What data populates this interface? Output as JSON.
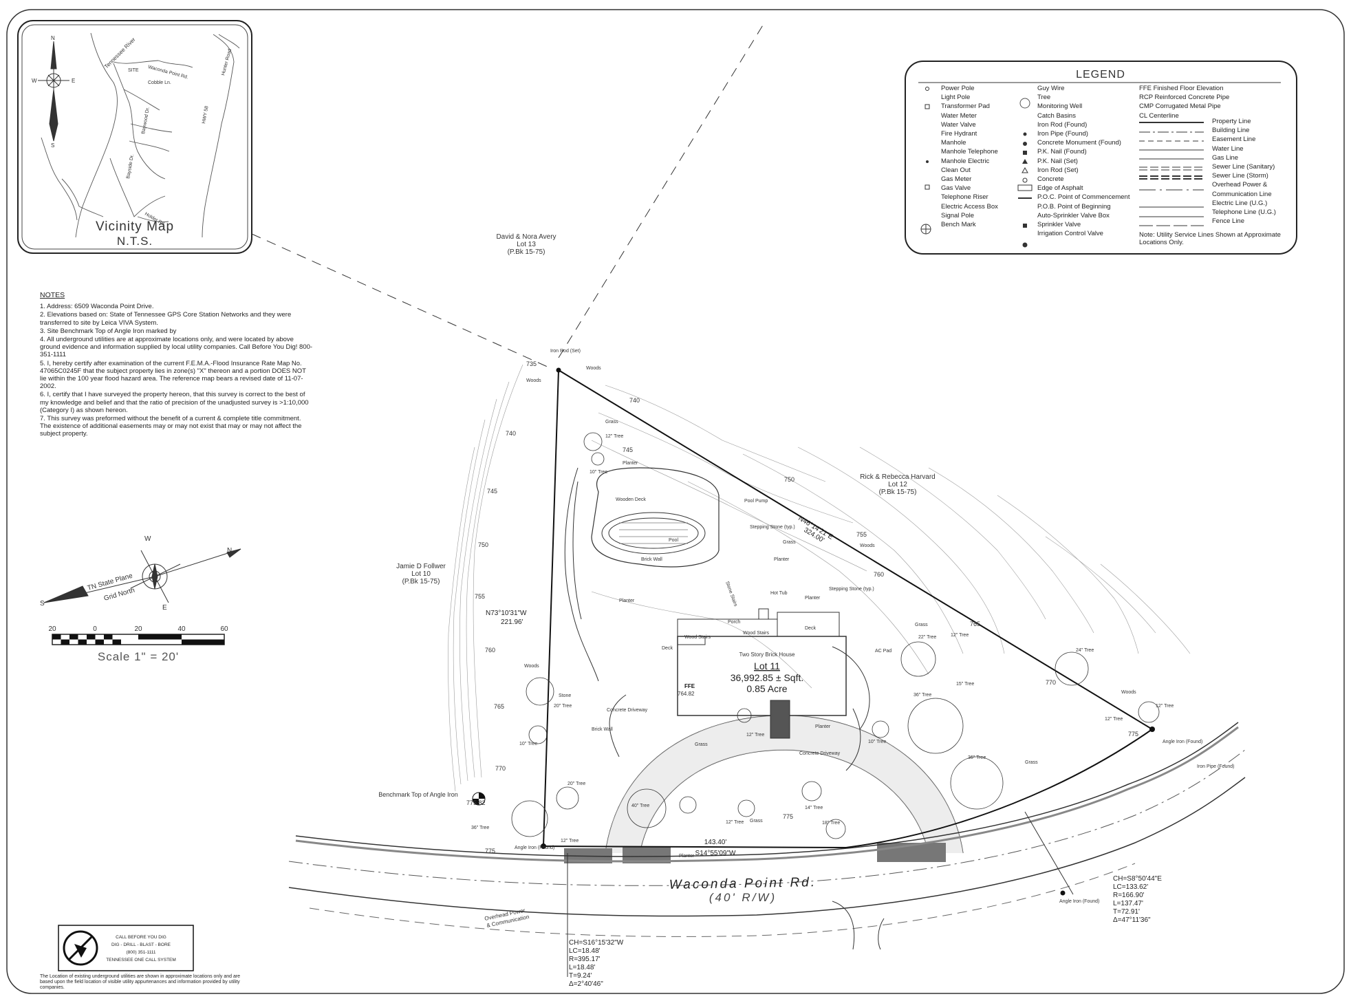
{
  "vicinity_map": {
    "title": "Vicinity Map",
    "scale": "N.T.S.",
    "labels": {
      "tennessee_river": "Tennessee River",
      "site": "SITE",
      "waconda_point": "Waconda Point Rd.",
      "cobble": "Cobble Ln.",
      "bayside": "Bayside Dr.",
      "baywood": "Baywood Dr.",
      "holder": "Holder Rd.",
      "hwy58": "HWY 58",
      "hunter": "Hunter Road",
      "north": "N",
      "south": "S",
      "east": "E",
      "west": "W"
    }
  },
  "notes": {
    "title": "NOTES",
    "items": [
      "1.  Address: 6509 Waconda Point Drive.",
      "2.  Elevations based on: State of Tennessee GPS Core Station Networks and they were transferred to site by Leica VIVA System.",
      "3.  Site Benchmark Top of Angle Iron marked by",
      "4.  All underground utilities are at approximate locations only, and were located by above ground evidence and information supplied by local utility companies.  Call Before You Dig! 800-351-1111",
      "5.  I, hereby certify after examination of the current F.E.M.A.-Flood Insurance Rate Map No. 47065C0245F that the subject property lies in zone(s) \"X\" thereon and a portion DOES NOT lie within the 100 year flood hazard area.  The reference map bears a revised date of 11-07-2002.",
      "6.  I, certify that I have surveyed the property hereon, that this survey is correct to the best of my knowledge and belief and that the ratio of precision of the unadjusted survey is >1:10,000 (Category I) as shown hereon.",
      "7.  This survey was preformed without the benefit of a current & complete title commitment. The existence of additional easements may or may not exist that may or may not affect the subject property."
    ]
  },
  "legend": {
    "title": "LEGEND",
    "col1": [
      "Power Pole",
      "Light Pole",
      "Transformer Pad",
      "Water Meter",
      "Water Valve",
      "Fire Hydrant",
      "Manhole",
      "Manhole Telephone",
      "Manhole Electric",
      "Clean Out",
      "Gas Meter",
      "Gas Valve",
      "Telephone Riser",
      "Electric Access Box",
      "Signal Pole",
      "Bench Mark"
    ],
    "col2": [
      "Guy Wire",
      "Tree",
      "Monitoring Well",
      "Catch Basins",
      "Iron Rod (Found)",
      "Iron Pipe (Found)",
      "Concrete Monument (Found)",
      "P.K. Nail (Found)",
      "P.K. Nail (Set)",
      "Iron Rod (Set)",
      "Concrete",
      "Edge of Asphalt",
      "Point of Commencement",
      "Point of Beginning",
      "Auto-Sprinkler Valve Box",
      "Sprinkler Valve",
      "Irrigation Control Valve"
    ],
    "col2_prefix": {
      "poc": "P.O.C.",
      "pob": "P.O.B."
    },
    "col3_abbr": [
      {
        "abbr": "FFE",
        "text": "Finished Floor Elevation"
      },
      {
        "abbr": "RCP",
        "text": "Reinforced Concrete Pipe"
      },
      {
        "abbr": "CMP",
        "text": "Corrugated Metal Pipe"
      },
      {
        "abbr": "CL",
        "text": "Centerline"
      }
    ],
    "col3_lines": [
      "Property Line",
      "Building Line",
      "Easement Line",
      "Water Line",
      "Gas Line",
      "Sewer Line (Sanitary)",
      "Sewer Line (Storm)",
      "Overhead Power &",
      "Communication Line",
      "Electric Line (U.G.)",
      "Telephone Line (U.G.)",
      "Fence Line"
    ],
    "note": "Note: Utility Service Lines Shown at Approximate Locations Only."
  },
  "scale_bar": {
    "ticks": [
      "20",
      "0",
      "20",
      "40",
      "60"
    ],
    "label": "Scale  1\"  =  20'"
  },
  "north_arrow": {
    "state_plane": "TN State Plane",
    "grid_north": "Grid North",
    "n": "N",
    "s": "S",
    "e": "E",
    "w": "W"
  },
  "owners": {
    "lot13": {
      "name": "David & Nora Avery",
      "lot": "Lot 13",
      "ref": "(P.Bk 15-75)"
    },
    "lot12": {
      "name": "Rick & Rebecca Harvard",
      "lot": "Lot 12",
      "ref": "(P.Bk 15-75)"
    },
    "lot10": {
      "name": "Jamie D Follwer",
      "lot": "Lot 10",
      "ref": "(P.Bk 15-75)"
    }
  },
  "lot": {
    "name": "Lot 11",
    "area_sqft": "36,992.85 ± Sqft.",
    "area_acre": "0.85 Acre",
    "house": "Two Story Brick House",
    "ffe_label": "FFE",
    "ffe_value": "764.82"
  },
  "bearings": {
    "ne_line": "N46°14'21\"E",
    "ne_dist": "324.00'",
    "west_bearing": "N73°10'31\"W",
    "west_dist": "221.96'",
    "south_bearing": "S14°55'09\"W",
    "south_dist": "143.40'"
  },
  "curve_right": [
    "CH=S8°50'44\"E",
    "LC=133.62'",
    "R=166.90'",
    "L=137.47'",
    "T=72.91'",
    "Δ=47°11'36\""
  ],
  "curve_left": [
    "CH=S16°15'32\"W",
    "LC=18.48'",
    "R=395.17'",
    "L=18.48'",
    "T=9.24'",
    "Δ=2°40'46\""
  ],
  "road": {
    "name": "Waconda Point Rd.",
    "row": "(40' R/W)",
    "overhead": "Overhead Power",
    "overhead2": "& Communication"
  },
  "benchmark": {
    "label": "Benchmark Top of Angle Iron",
    "elev": "775.82"
  },
  "callouts": {
    "iron_rod_set": "Iron Rod (Set)",
    "angle_iron_found": "Angle Iron (Found)",
    "iron_pipe_found": "Iron Pipe (Found)",
    "woods": "Woods",
    "grass": "Grass",
    "wooden_deck": "Wooden Deck",
    "pool": "Pool",
    "pool_pump": "Pool Pump",
    "stepping_stone": "Stepping Stone (typ.)",
    "hot_tub": "Hot Tub",
    "porch": "Porch",
    "wood_stairs": "Wood Stairs",
    "deck": "Deck",
    "brick_wall": "Brick Wall",
    "planter": "Planter",
    "stone_stairs": "Stone Stairs",
    "stone": "Stone",
    "concrete_driveway": "Concrete Driveway",
    "ac_pad": "AC Pad",
    "tree_12": "12\" Tree",
    "tree_10": "10\" Tree",
    "tree_20": "20\" Tree",
    "tree_22": "22\" Tree",
    "tree_24": "24\" Tree",
    "tree_36": "36\" Tree",
    "tree_15": "15\" Tree",
    "tree_40": "40\" Tree",
    "tree_14": "14\" Tree",
    "tree_18": "18\" Tree"
  },
  "contours": [
    "735",
    "740",
    "740",
    "745",
    "745",
    "750",
    "750",
    "755",
    "755",
    "760",
    "760",
    "765",
    "765",
    "770",
    "770",
    "775",
    "775",
    "775"
  ],
  "call_box": {
    "l1": "CALL BEFORE YOU DIG",
    "l2": "DIG - DRILL - BLAST - BORE",
    "l3": "(800) 351-1111",
    "l4": "TENNESSEE ONE CALL SYSTEM",
    "footnote": "The Location of existing underground utilities are shown in approximate locations only and are based upon the field location of visible utility appurtenances and information provided by utility companies."
  }
}
